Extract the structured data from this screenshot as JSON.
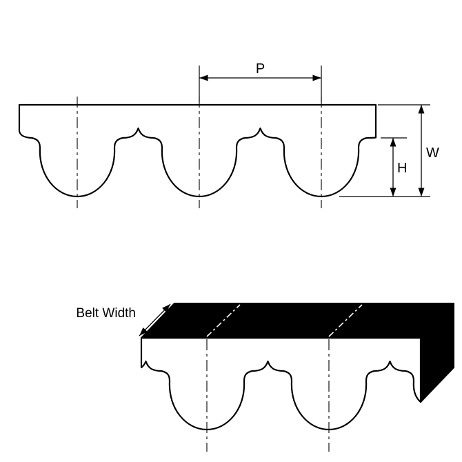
{
  "diagram": {
    "type": "timing-belt-tooth-profile",
    "labels": {
      "pitch": "P",
      "belt_thickness": "W",
      "tooth_height": "H",
      "belt_width": "Belt Width"
    },
    "colors": {
      "line": "#000000",
      "belt_fill": "#ffffff",
      "top_face_fill": "#000000",
      "background": "#ffffff"
    }
  }
}
